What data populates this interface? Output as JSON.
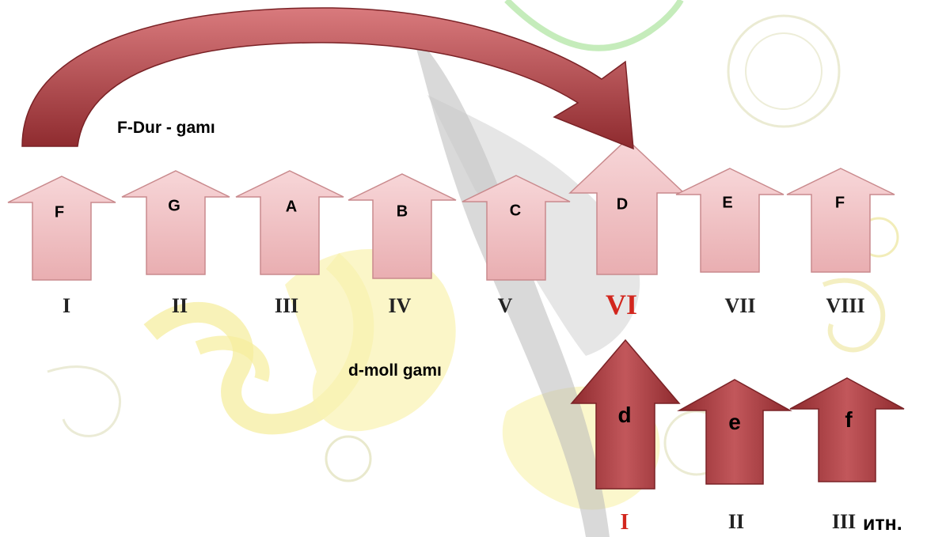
{
  "major": {
    "title": "F-Dur - gamı",
    "notes": [
      "F",
      "G",
      "A",
      "B",
      "C",
      "D",
      "E",
      "F"
    ],
    "degrees": [
      "I",
      "II",
      "III",
      "IV",
      "V",
      "VI",
      "VII",
      "VIII"
    ],
    "highlight_degree": "VI"
  },
  "minor": {
    "title": "d-moll gamı",
    "notes": [
      "d",
      "e",
      "f"
    ],
    "degrees": [
      "I",
      "II",
      "III"
    ],
    "suffix": "итн.",
    "highlight_degree": "I"
  },
  "colors": {
    "major_arrow_fill": "#f2c4c6",
    "major_arrow_edge": "#c98a8d",
    "minor_arrow_fill": "#b0474b",
    "minor_arrow_edge": "#7a2226",
    "curve_arrow": "#a83c40",
    "highlight_text": "#d2261d",
    "background_art": "#f3e680"
  }
}
